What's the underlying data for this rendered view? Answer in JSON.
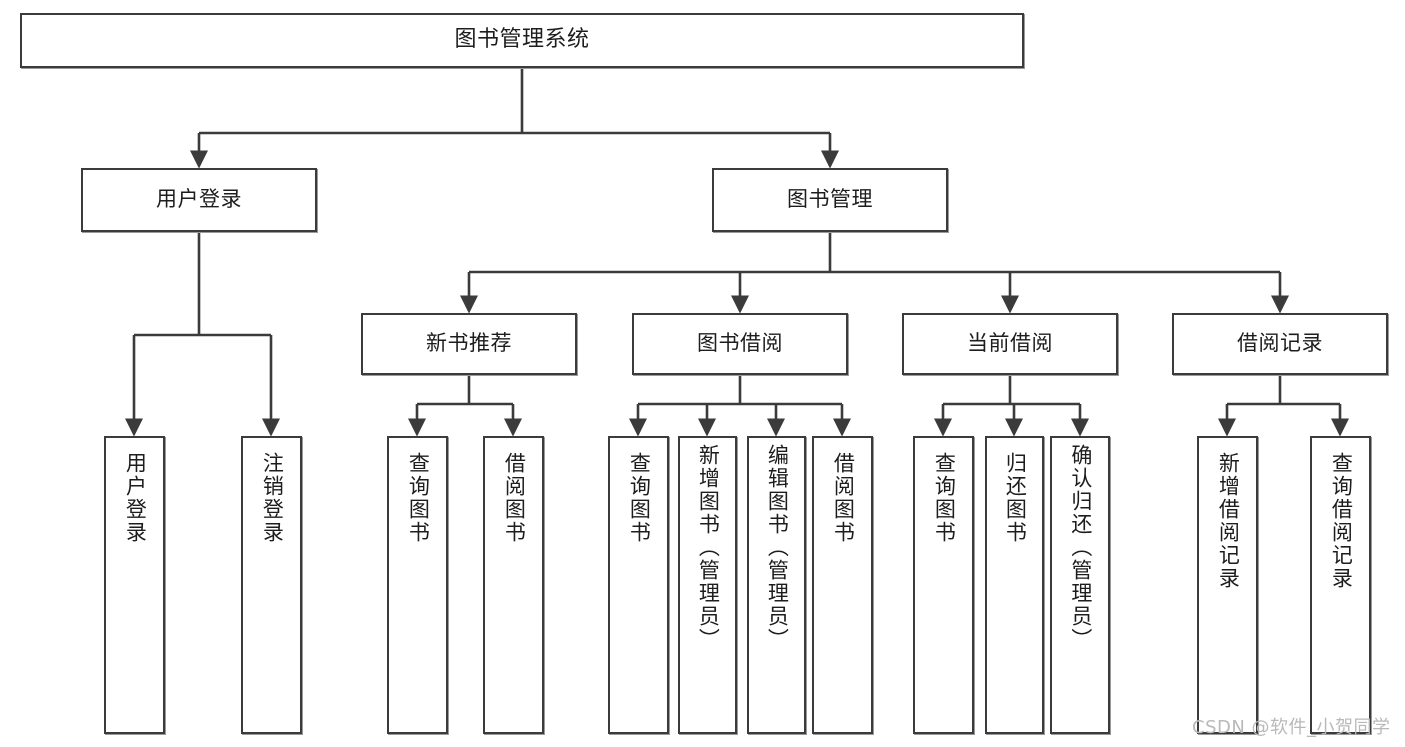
{
  "diagram": {
    "title": "图书管理系统",
    "type": "tree-hierarchy",
    "watermark": "CSDN @软件_小贺同学",
    "colors": {
      "box_border": "#3b3b3b",
      "box_fill": "#ffffff",
      "edge": "#3b3b3b",
      "text": "#1d1d1d",
      "watermark": "#b9b9b9",
      "background": "#ffffff"
    },
    "nodes": {
      "root": {
        "label": "图书管理系统"
      },
      "level2": [
        {
          "id": "user-login",
          "label": "用户登录"
        },
        {
          "id": "book-manage",
          "label": "图书管理"
        }
      ],
      "level3": [
        {
          "id": "new-book-rec",
          "label": "新书推荐"
        },
        {
          "id": "book-borrow",
          "label": "图书借阅"
        },
        {
          "id": "current-borrow",
          "label": "当前借阅"
        },
        {
          "id": "borrow-record",
          "label": "借阅记录"
        }
      ],
      "leaves": {
        "user-login": [
          {
            "id": "user-login-leaf",
            "label": "用户登录"
          },
          {
            "id": "user-logout-leaf",
            "label": "注销登录"
          }
        ],
        "new-book-rec": [
          {
            "id": "query-book-1",
            "label": "查询图书"
          },
          {
            "id": "borrow-book-1",
            "label": "借阅图书"
          }
        ],
        "book-borrow": [
          {
            "id": "query-book-2",
            "label": "查询图书"
          },
          {
            "id": "add-book-admin",
            "label": "新增图书（管理员）"
          },
          {
            "id": "edit-book-admin",
            "label": "编辑图书（管理员）"
          },
          {
            "id": "borrow-book-2",
            "label": "借阅图书"
          }
        ],
        "current-borrow": [
          {
            "id": "query-book-3",
            "label": "查询图书"
          },
          {
            "id": "return-book",
            "label": "归还图书"
          },
          {
            "id": "confirm-return-admin",
            "label": "确认归还（管理员）"
          }
        ],
        "borrow-record": [
          {
            "id": "add-borrow-record",
            "label": "新增借阅记录"
          },
          {
            "id": "query-borrow-record",
            "label": "查询借阅记录"
          }
        ]
      }
    }
  }
}
